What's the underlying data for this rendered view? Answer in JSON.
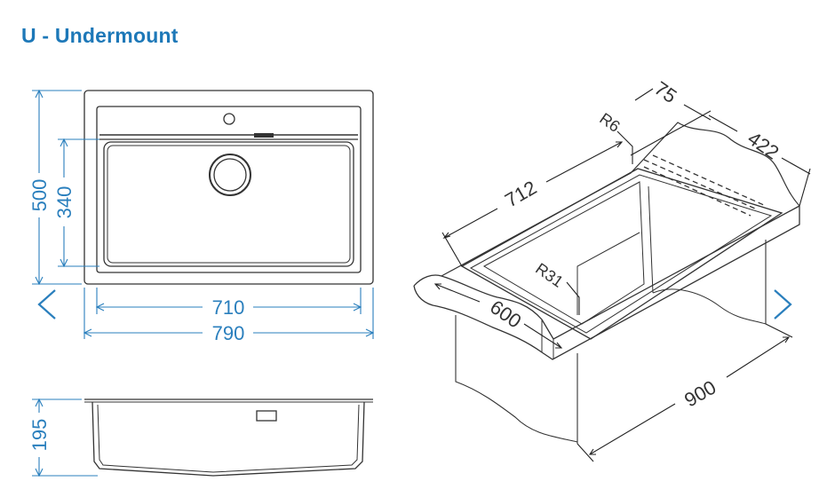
{
  "title": "U - Undermount",
  "colors": {
    "dimension_blue": "#2a7fbd",
    "title_blue": "#1d78b8",
    "outline": "#333333",
    "nav_arrow": "#2a7fbd"
  },
  "top_view": {
    "dim_height_outer": "500",
    "dim_height_inner": "340",
    "dim_width_inner": "710",
    "dim_width_outer": "790"
  },
  "side_view": {
    "dim_depth": "195"
  },
  "iso_view": {
    "dim_top_edge": "75",
    "dim_radius_corner": "R6",
    "dim_back": "422",
    "dim_length": "712",
    "dim_radius_bowl": "R31",
    "dim_width": "600",
    "dim_cabinet": "900"
  },
  "nav": {
    "prev_icon": "chevron-left-icon",
    "next_icon": "chevron-right-icon"
  }
}
